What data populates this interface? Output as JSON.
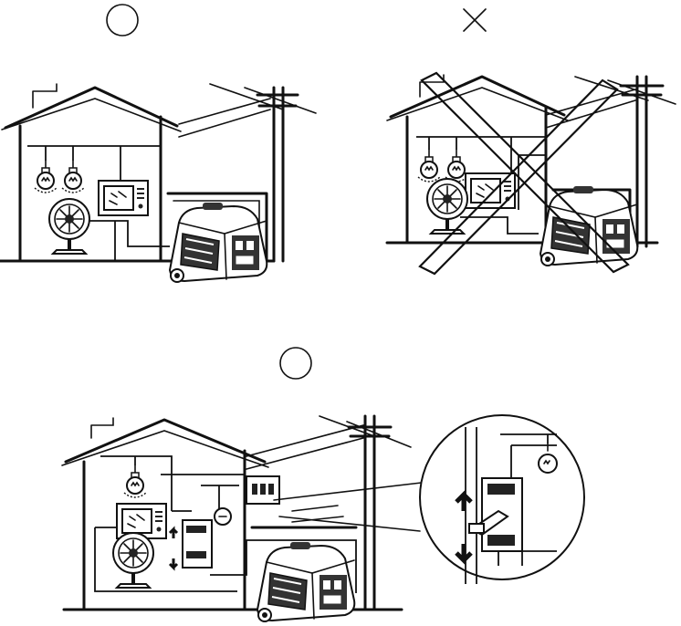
{
  "panels": [
    {
      "id": "correct-top",
      "mark": "circle"
    },
    {
      "id": "wrong-top",
      "mark": "cross"
    },
    {
      "id": "correct-bottom",
      "mark": "circle"
    }
  ],
  "colors": {
    "line": "#111111",
    "background": "#ffffff",
    "gen_dark": "#222222"
  }
}
